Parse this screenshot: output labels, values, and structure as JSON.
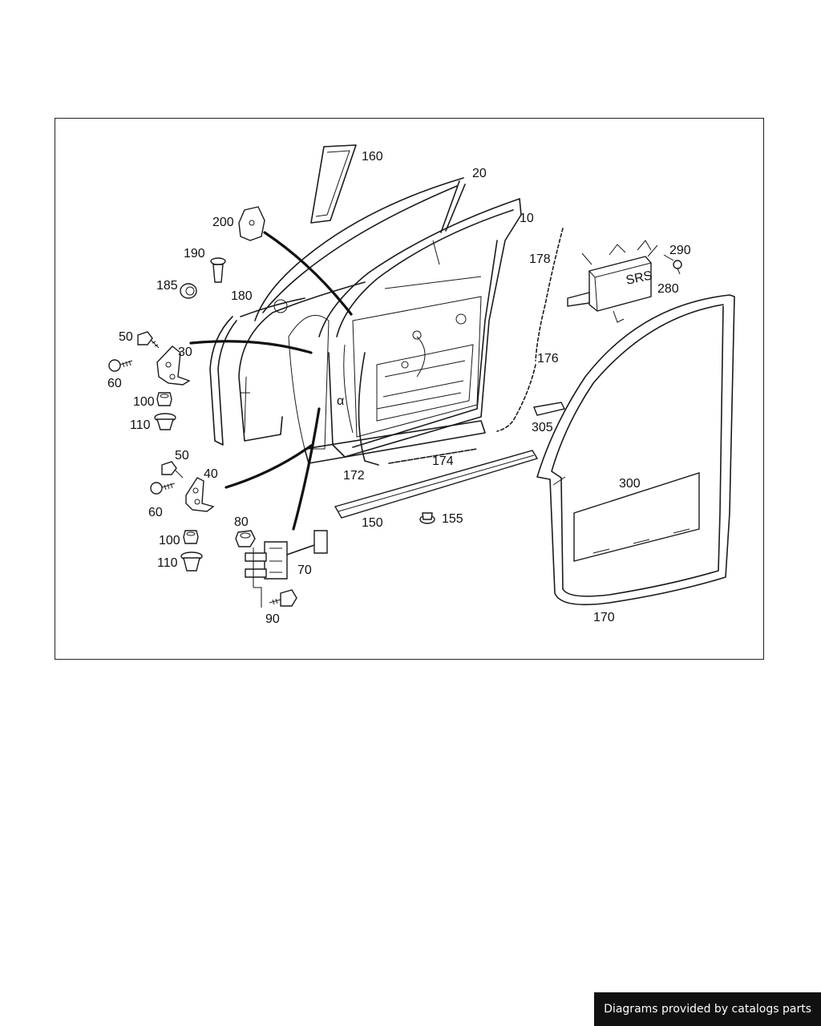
{
  "diagram": {
    "labels": {
      "p160": "160",
      "p20": "20",
      "p10": "10",
      "p200": "200",
      "p190": "190",
      "p185": "185",
      "p180": "180",
      "p178": "178",
      "p290": "290",
      "p280": "280",
      "p50a": "50",
      "p30": "30",
      "p60a": "60",
      "p100a": "100",
      "p110a": "110",
      "p176": "176",
      "p305": "305",
      "p172": "172",
      "p174": "174",
      "p300": "300",
      "p50b": "50",
      "p40": "40",
      "p60b": "60",
      "p100b": "100",
      "p110b": "110",
      "p80": "80",
      "p150": "150",
      "p155": "155",
      "p70": "70",
      "p90": "90",
      "p170": "170"
    },
    "srs_text": "SRS",
    "alpha_text": "α"
  },
  "footer": {
    "text": "Diagrams provided by catalogs parts"
  }
}
